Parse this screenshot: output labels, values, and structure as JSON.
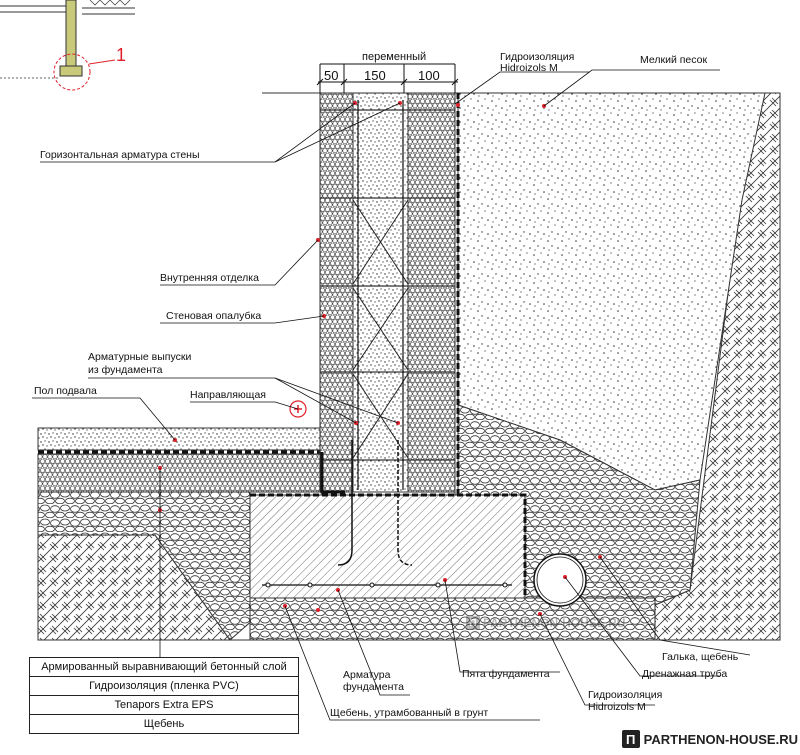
{
  "callout_number": "1",
  "dimensions": {
    "variable": "переменный",
    "d1": "50",
    "d2": "150",
    "d3": "100"
  },
  "labels": {
    "waterproofing_top_1": "Гидроизоляция",
    "waterproofing_top_2": "Hidroizols M",
    "fine_sand": "Мелкий песок",
    "horizontal_rebar": "Горизонтальная арматура стены",
    "interior_finish": "Внутренняя отделка",
    "wall_formwork": "Стеновая опалубка",
    "rebar_outlets_1": "Арматурные выпуски",
    "rebar_outlets_2": "из фундамента",
    "basement_floor": "Пол подвала",
    "guide": "Направляющая",
    "gravel": "Галька, щебень",
    "drain_pipe": "Дренажная труба",
    "foundation_rebar_1": "Арматура",
    "foundation_rebar_2": "фундамента",
    "footing": "Пята фундамента",
    "waterproofing_bottom_1": "Гидроизоляция",
    "waterproofing_bottom_2": "Hidroizols M",
    "crushed_stone_compacted": "Щебень, утрамбованный в грунт"
  },
  "legend": [
    "Армированный выравнивающий бетонный слой",
    "Гидроизоляция (пленка PVC)",
    "Tenapors Extra EPS",
    "Щебень"
  ],
  "watermark": "PARTHENON-HOUSE.RU",
  "colors": {
    "marker_red": "#e0202a",
    "timber": "#c9c97a",
    "line": "#111111"
  }
}
